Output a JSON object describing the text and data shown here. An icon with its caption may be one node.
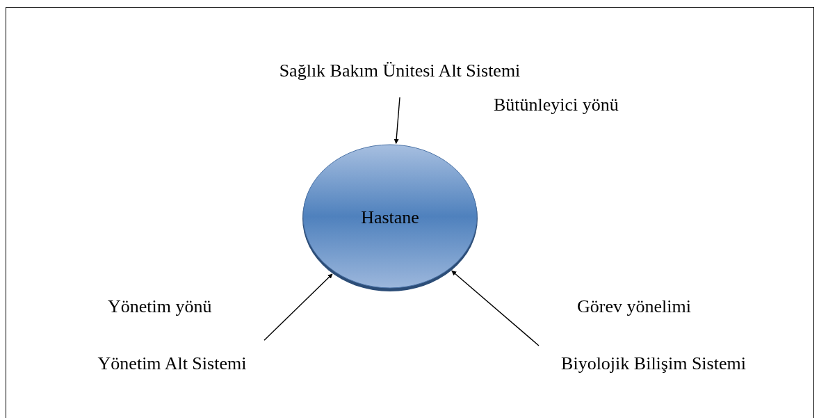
{
  "diagram": {
    "nodes": [
      {
        "text": [
          "Sağlık Bakım Ünitesi Alt Sistemi"
        ]
      },
      {
        "text": [
          "Hastane"
        ]
      },
      {
        "text": [
          "Yönetim Alt Sistemi"
        ]
      },
      {
        "text": [
          "Biyolojik Bilişim Sistemi"
        ]
      }
    ],
    "edges": [
      {
        "from": 0,
        "to": 1,
        "arrow": "to"
      },
      {
        "from": 2,
        "to": 1,
        "arrow": "to"
      },
      {
        "from": 3,
        "to": 1,
        "arrow": "to"
      }
    ],
    "labels": [
      "Bütünleyici yönü",
      "Yönetim yönü",
      "Görev yönelimi"
    ]
  }
}
